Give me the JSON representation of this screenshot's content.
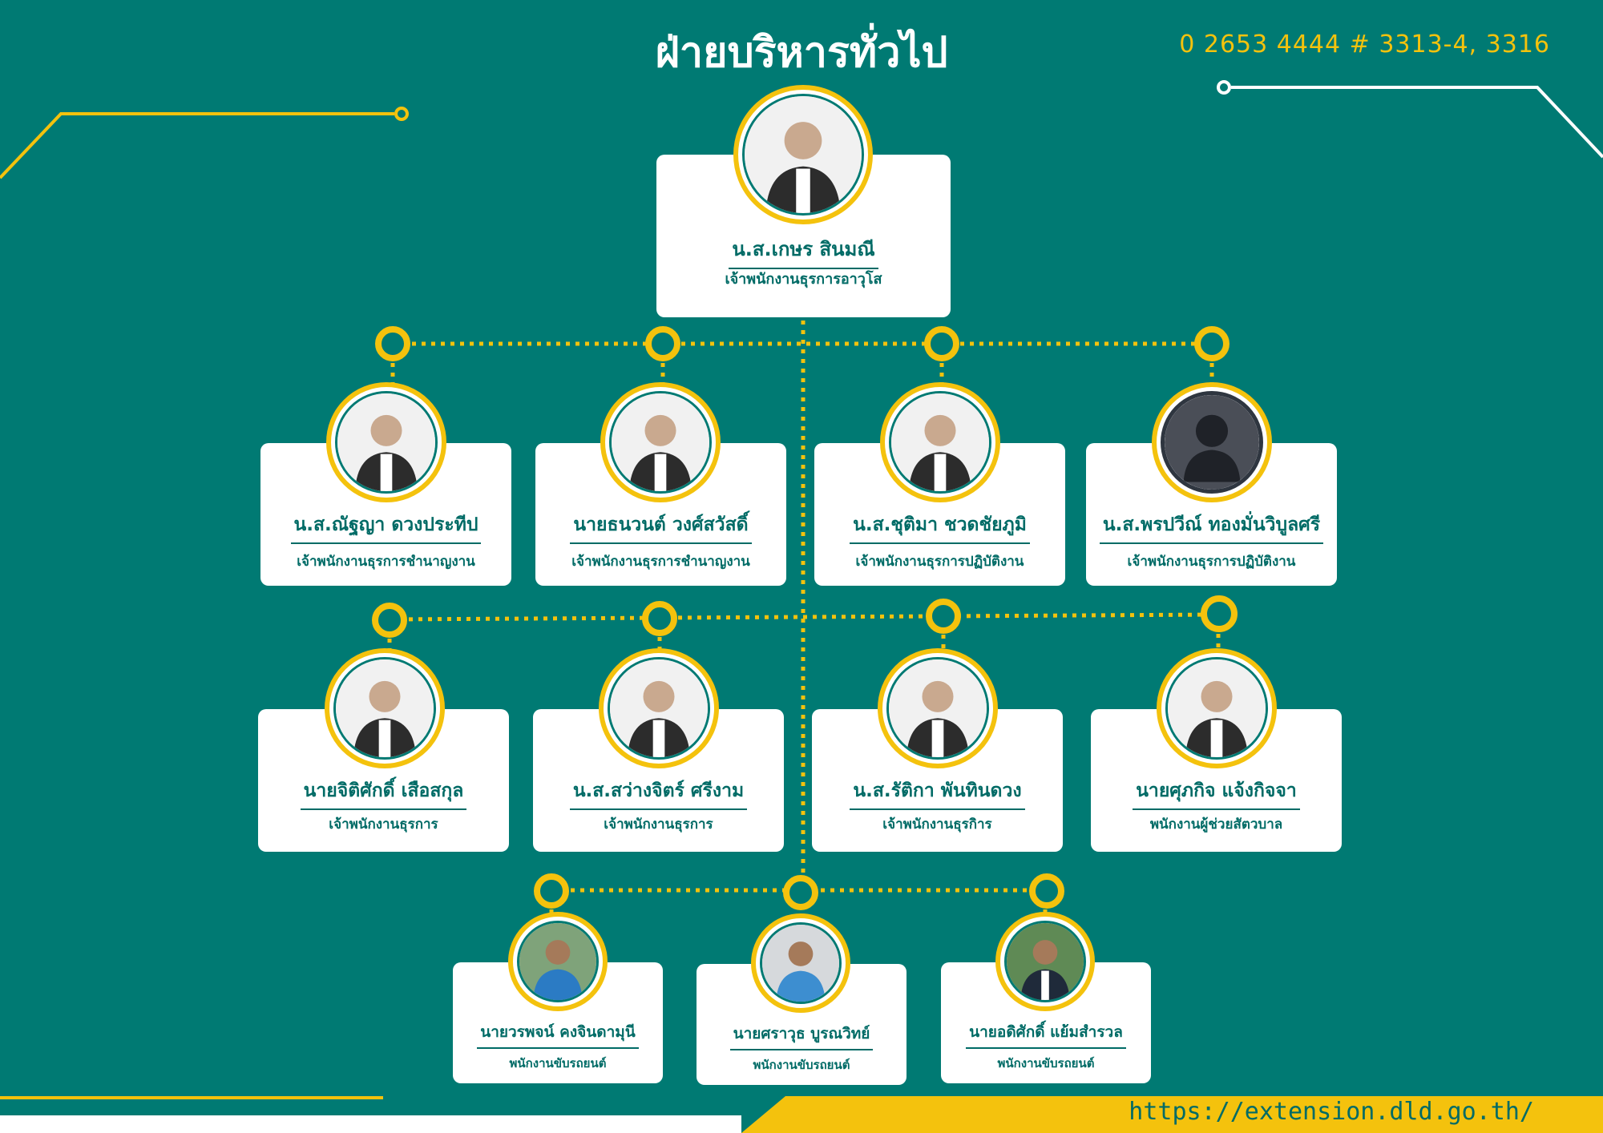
{
  "header": {
    "title": "ฝ่ายบริหารทั่วไป",
    "phone": "0 2653 4444 # 3313-4, 3316"
  },
  "footer": {
    "url": "https://extension.dld.go.th/"
  },
  "colors": {
    "background": "#007a73",
    "accent": "#f4c20d",
    "text": "#006b66",
    "card": "#ffffff"
  },
  "head": {
    "name": "น.ส.เกษร สินมณี",
    "role": "เจ้าพนักงานธุรการอาวุโส",
    "photo": "staff-photo"
  },
  "row1": [
    {
      "name": "น.ส.ณัฐญา ดวงประทีป",
      "role": "เจ้าพนักงานธุรการชำนาญงาน",
      "photo": "staff-photo"
    },
    {
      "name": "นายธนวนต์ วงศ์สวัสดิ์",
      "role": "เจ้าพนักงานธุรการชำนาญงาน",
      "photo": "staff-photo"
    },
    {
      "name": "น.ส.ชุติมา ชวดชัยภูมิ",
      "role": "เจ้าพนักงานธุรการปฏิบัติงาน",
      "photo": "staff-photo"
    },
    {
      "name": "น.ส.พรปวีณ์ ทองมั่นวิบูลศรี",
      "role": "เจ้าพนักงานธุรการปฏิบัติงาน",
      "photo": "placeholder-avatar"
    }
  ],
  "row2": [
    {
      "name": "นายจิติศักดิ์ เสือสกุล",
      "role": "เจ้าพนักงานธุรการ",
      "photo": "staff-photo"
    },
    {
      "name": "น.ส.สว่างจิตร์ ศรีงาม",
      "role": "เจ้าพนักงานธุรการ",
      "photo": "staff-photo"
    },
    {
      "name": "น.ส.รัติกา พันทินดวง",
      "role": "เจ้าพนักงานธุรกิาร",
      "photo": "staff-photo"
    },
    {
      "name": "นายศุภกิจ แจ้งกิจจา",
      "role": "พนักงานผู้ช่วยสัตวบาล",
      "photo": "staff-photo"
    }
  ],
  "row3": [
    {
      "name": "นายวรพจน์ คงจินดามุนี",
      "role": "พนักงานขับรถยนต์",
      "photo": "staff-photo"
    },
    {
      "name": "นายศราวุธ บูรณวิทย์",
      "role": "พนักงานขับรถยนต์",
      "photo": "staff-photo"
    },
    {
      "name": "นายอดิศักดิ์ แย้มสำรวล",
      "role": "พนักงานขับรถยนต์",
      "photo": "staff-photo"
    }
  ]
}
